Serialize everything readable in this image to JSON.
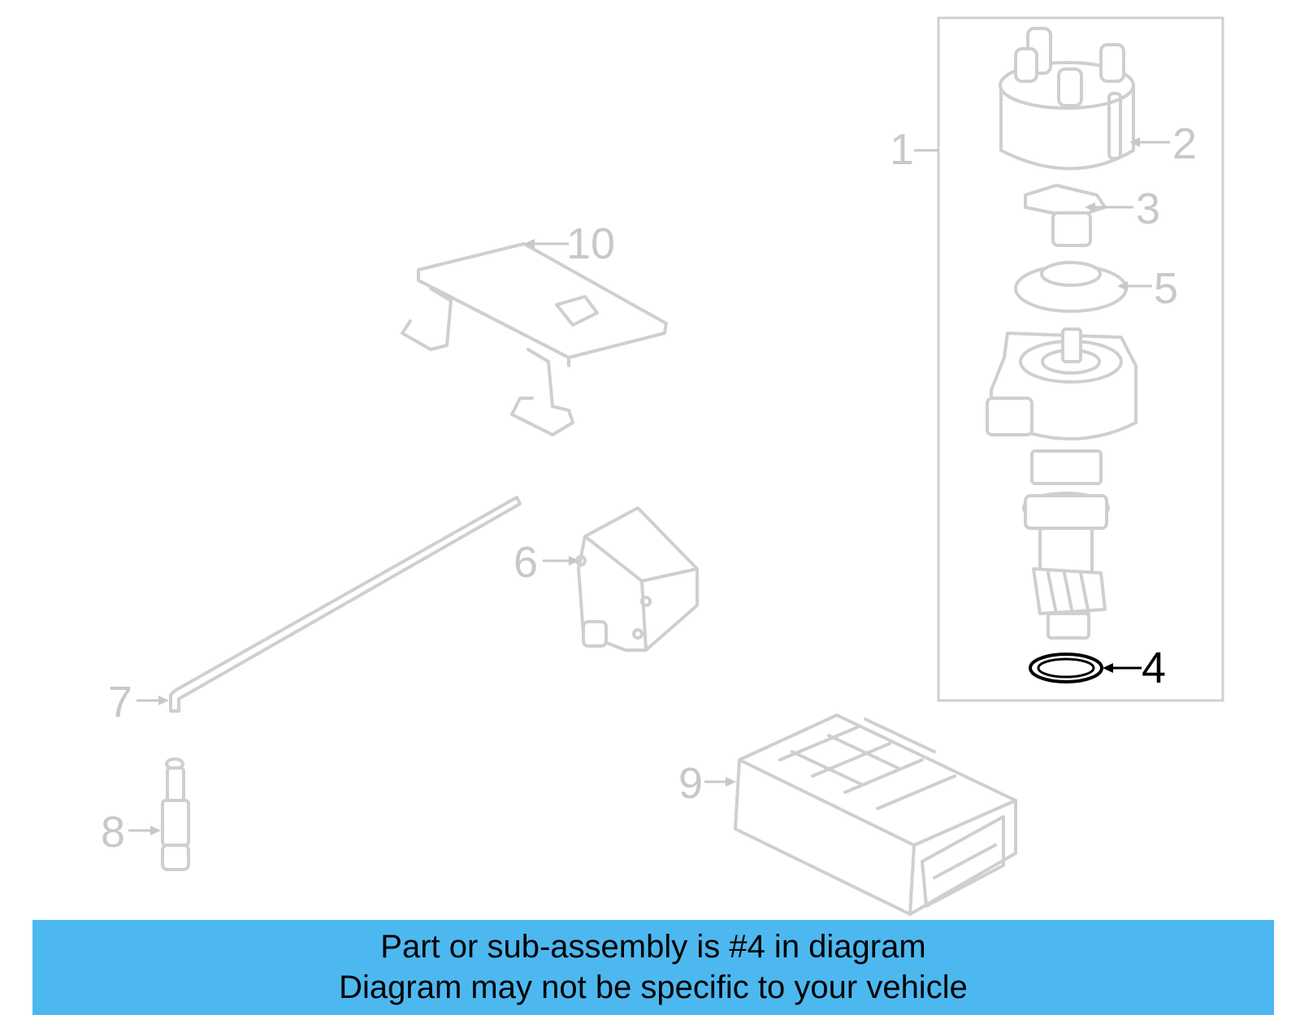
{
  "callouts": {
    "c1": "1",
    "c2": "2",
    "c3": "3",
    "c4": "4",
    "c5": "5",
    "c6": "6",
    "c7": "7",
    "c8": "8",
    "c9": "9",
    "c10": "10"
  },
  "highlighted_part": "4",
  "colors": {
    "parts": "#cfcfcf",
    "highlight": "#000000",
    "banner": "#4db8f0"
  },
  "banner": {
    "line1": "Part or sub-assembly is #4 in diagram",
    "line2": "Diagram may not be specific to your vehicle"
  }
}
